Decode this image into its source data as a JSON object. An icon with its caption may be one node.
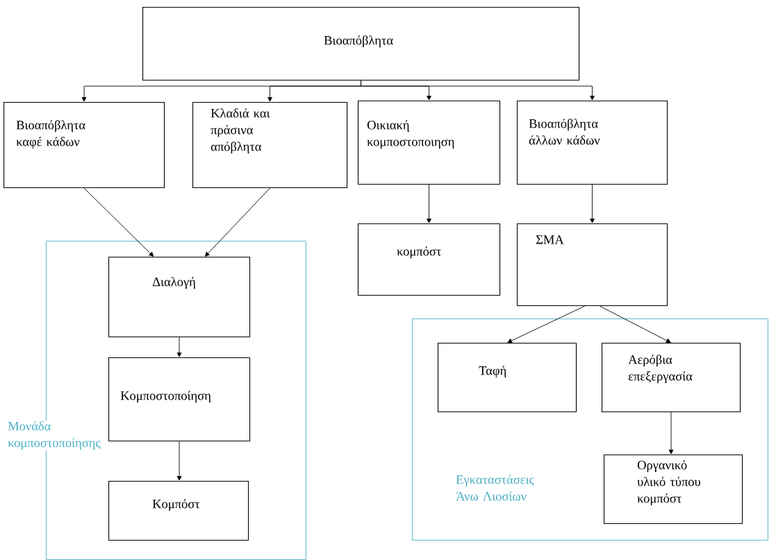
{
  "diagram": {
    "nodes": [
      {
        "text": [
          "Βιοαπόβλητα"
        ]
      },
      {
        "text": [
          "Βιοαπόβλητα καφέ κάδων"
        ]
      },
      {
        "text": [
          "Κλαδιά και πράσινα απόβλητα"
        ]
      },
      {
        "text": [
          "Οικιακή κομποστοποιηση"
        ]
      },
      {
        "text": [
          "Βιοαπόβλητα άλλων κάδων"
        ]
      },
      {
        "text": [
          "Μονάδα κομποστοποίησης"
        ]
      },
      {
        "text": [
          "Διαλογή"
        ],
        "in": 5
      },
      {
        "text": [
          "Κομποστοποίηση"
        ],
        "in": 5
      },
      {
        "text": [
          "Κομπόστ"
        ],
        "in": 5
      },
      {
        "text": [
          "κομπόστ"
        ]
      },
      {
        "text": [
          "ΣΜΑ"
        ]
      },
      {
        "text": [
          "Εγκαταστάσεις Άνω Λιοσίων"
        ]
      },
      {
        "text": [
          "Ταφή"
        ],
        "in": 11
      },
      {
        "text": [
          "Αερόβια επεξεργασία"
        ],
        "in": 11
      },
      {
        "text": [
          "Οργανικό υλικό τύπου κομπόστ"
        ],
        "in": 11
      }
    ],
    "edges": [
      {
        "from": 0,
        "to": 1,
        "arrow": "to"
      },
      {
        "from": 0,
        "to": 2,
        "arrow": "to"
      },
      {
        "from": 0,
        "to": 3,
        "arrow": "to"
      },
      {
        "from": 0,
        "to": 4,
        "arrow": "to"
      },
      {
        "from": 1,
        "to": 6,
        "arrow": "to"
      },
      {
        "from": 2,
        "to": 6,
        "arrow": "to"
      },
      {
        "from": 3,
        "to": 9,
        "arrow": "to"
      },
      {
        "from": 4,
        "to": 10,
        "arrow": "to"
      },
      {
        "from": 6,
        "to": 7,
        "arrow": "to"
      },
      {
        "from": 7,
        "to": 8,
        "arrow": "to"
      },
      {
        "from": 10,
        "to": 12,
        "arrow": "to"
      },
      {
        "from": 10,
        "to": 13,
        "arrow": "to"
      },
      {
        "from": 13,
        "to": 14,
        "arrow": "to"
      }
    ]
  }
}
